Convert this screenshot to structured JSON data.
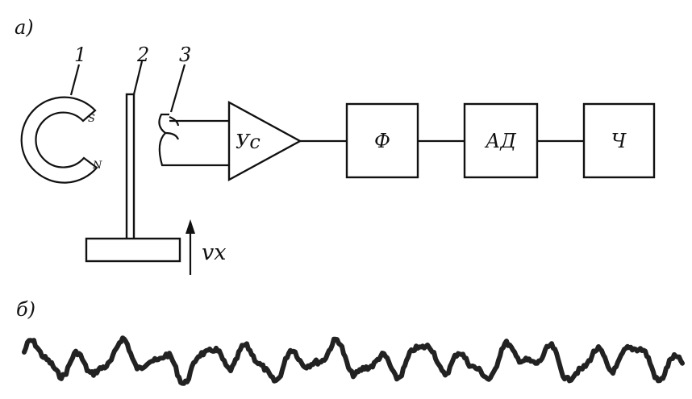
{
  "panel_labels": {
    "a": "а)",
    "b": "б)"
  },
  "part_numbers": {
    "magnet": "1",
    "tape": "2",
    "head": "3"
  },
  "magnet_poles": {
    "south": "S",
    "north": "N"
  },
  "blocks": {
    "amplifier": "Ус",
    "filter": "Ф",
    "detector": "АД",
    "meter": "Ч"
  },
  "velocity_label": "vx"
}
